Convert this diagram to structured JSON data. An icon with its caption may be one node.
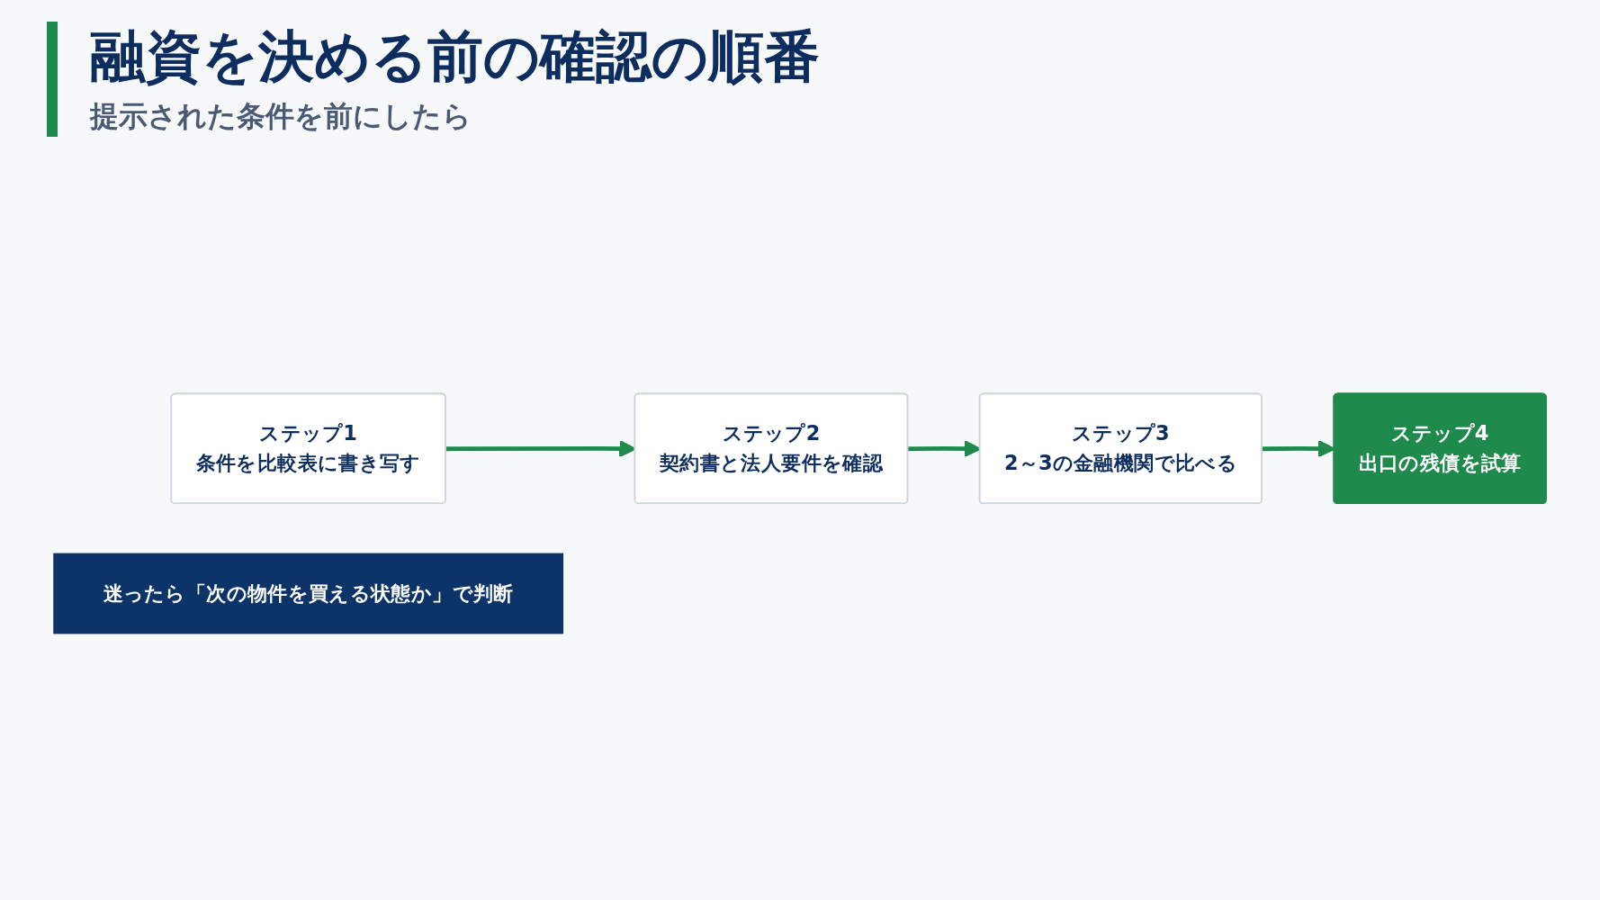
{
  "diagram": {
    "title": "融資を決める前の確認の順番",
    "nodes": [
      {
        "text": [
          "ステップ1",
          "条件を比較表に書き写す"
        ]
      },
      {
        "text": [
          "ステップ2",
          "契約書と法人要件を確認"
        ]
      },
      {
        "text": [
          "ステップ3",
          "2～3の金融機関で比べる"
        ]
      },
      {
        "text": [
          "ステップ4",
          "出口の残債を試算"
        ]
      },
      {
        "text": [
          "迷ったら「次の物件を買える状態か」で判断"
        ]
      }
    ],
    "edges": [
      {
        "from": 0,
        "to": 1,
        "arrow": "to"
      },
      {
        "from": 1,
        "to": 2,
        "arrow": "to"
      },
      {
        "from": 2,
        "to": 3,
        "arrow": "to"
      }
    ],
    "labels": [
      "提示された条件を前にしたら"
    ]
  }
}
